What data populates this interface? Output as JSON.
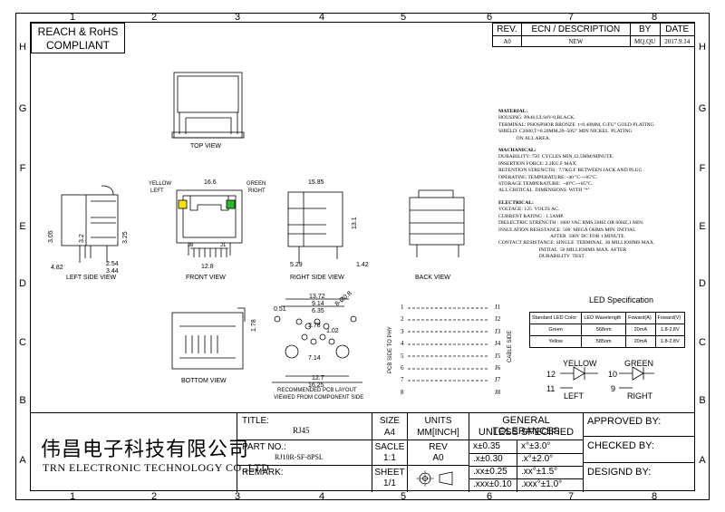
{
  "compliance": {
    "line1": "REACH & RoHS",
    "line2": "COMPLIANT"
  },
  "zones": {
    "cols": [
      "1",
      "2",
      "3",
      "4",
      "5",
      "6",
      "7",
      "8"
    ],
    "rows": [
      "H",
      "G",
      "F",
      "E",
      "D",
      "C",
      "B",
      "A"
    ]
  },
  "revision": {
    "headers": [
      "REV.",
      "ECN / DESCRIPTION",
      "BY",
      "DATE"
    ],
    "row": [
      "A0",
      "NEW",
      "MQ.QU",
      "2017.9.14"
    ]
  },
  "views": {
    "top": "TOP VIEW",
    "left_side": "LEFT SIDE VIEW",
    "front": "FRONT VIEW",
    "right_side": "RIGHT SIDE VIEW",
    "back": "BACK VIEW",
    "bottom": "BOTTOM VIEW",
    "pcb_line1": "RECOMMENDED PCB LAYOUT",
    "pcb_line2": "VIEWED FROM COMPONENT SIDE"
  },
  "dims": {
    "d16_6": "16.6",
    "d15_85": "15.85",
    "d12_8": "12.8",
    "d13_1": "13.1",
    "d3_05": "3.05",
    "d3_2": "3.2",
    "d3_25": "3.25",
    "d4_82": "4.82",
    "d2_54": "2.54",
    "d3_44": "3.44",
    "d5_29": "5.29",
    "d1_42": "1.42",
    "d1_78": "1.78",
    "d13_72": "13.72",
    "d9_14": "9.14",
    "d6_35": "6.35",
    "d2_78": "2.78",
    "d1_02": "1.02",
    "d7_14": "7.14",
    "d12_7": "12.7",
    "d16_25": "16.25",
    "d0_51": "0.51",
    "d0_8": "8-Ø0.8",
    "yellow": "YELLOW",
    "left": "LEFT",
    "green": "GREEN",
    "right": "RIGHT",
    "j8": "J8",
    "j1": "J1"
  },
  "material": {
    "title": "MATERIAL:",
    "lines": [
      "HOUSING: PA46,UL94V-0,BLACK.",
      "TERMINAL: PHOSPHOR BRONZE  t=0.40MM, G/FU\" GOLD PLATING.",
      "SHIELD: C2680,T=0.20MM,20~50U\" MIN NICKEL  PLATING",
      "              ON ALL AREA."
    ]
  },
  "mechanical": {
    "title": "MACHANICAL:",
    "lines": [
      "DURABILITY: 750  CYCLES MIN,12.5MM/MINUTE.",
      "INSERTION FORCE: 2.2KG.F MAX.",
      "RETENTION STRENGTH : 7.7KG.F BETWEEN JACK AND PLUG .",
      "OPERATING TEMPERATURE: -40 °C~+85°C.",
      "STORAGE TEMPERATURE:  -40°C~+85°C.",
      "ALL CRITICAL  DIMENSIONS  WITH \"*\""
    ]
  },
  "electrical": {
    "title": "ELECTRICAL:",
    "lines": [
      "VOLTAGE: 125  VOLTS AC.",
      "CURRENT RATING : 1.5AMP.",
      "DIELECTRIC STRENGTH : 1000 VAC RMS.50HZ OR 60HZ,1 MIN.",
      "INSULATION RESISTANCE: 500  MEGA OHMS MIN. INITIAL",
      "                                         AFTER  500V DC FOR 1 MINUTE.",
      "CONTACT RESISTANCE: SINGLE  TERMINAL  30 MILLIOHMS MAX.",
      "                                INITIAL  50 MILLIOHMS MAX. AFTER",
      "                                DURABILITY  TEST."
    ]
  },
  "led": {
    "title": "LED Specification",
    "headers": [
      "Standard LED Color",
      "LED Wavelength",
      "Foward(A)",
      "Foward(V)"
    ],
    "rows": [
      [
        "Green",
        "568nm",
        "20mA",
        "1.8-2.8V"
      ],
      [
        "Yellow",
        "585nm",
        "20mA",
        "1.8-2.8V"
      ]
    ],
    "yellow": "YELLOW",
    "green": "GREEN",
    "left": "LEFT",
    "right": "RIGHT",
    "p12": "12",
    "p11": "11",
    "p10": "10",
    "p9": "9"
  },
  "schematic": {
    "left_label": "PCB SIDE TO PHY",
    "right_label": "CABLE SIDE",
    "pins": [
      "1",
      "2",
      "3",
      "4",
      "5",
      "6",
      "7",
      "8"
    ],
    "jacks": [
      "J1",
      "J2",
      "J3",
      "J4",
      "J5",
      "J6",
      "J7",
      "J8"
    ]
  },
  "title_block": {
    "company_cn": "伟昌电子科技有限公司",
    "company_en": "TRN ELECTRONIC TECHNOLOGY CO.,LTD",
    "title_label": "TITLE:",
    "title_value": "RJ45",
    "part_label": "PART NO.:",
    "part_value": "RJ10R-SF-8PSL",
    "remark_label": "REMARK:",
    "size_label": "SIZE",
    "size_value": "A4",
    "units_label": "UNITS",
    "units_value": "MM[INCH]",
    "scale_label": "SACLE",
    "scale_value": "1:1",
    "rev_label": "REV",
    "rev_value": "A0",
    "sheet_label": "SHEET",
    "sheet_value": "1/1",
    "tol_title1": "GENERAL TOLERANCES",
    "tol_title2": "UNLESS SPECIFIED",
    "tol": [
      [
        "x±0.35",
        "x°±3.0°"
      ],
      [
        ".x±0.30",
        ".x°±2.0°"
      ],
      [
        ".xx±0.25",
        ".xx°±1.5°"
      ],
      [
        ".xxx±0.10",
        ".xxx°±1.0°"
      ]
    ],
    "approved": "APPROVED BY:",
    "checked": "CHECKED BY:",
    "designed": "DESIGND BY:"
  }
}
